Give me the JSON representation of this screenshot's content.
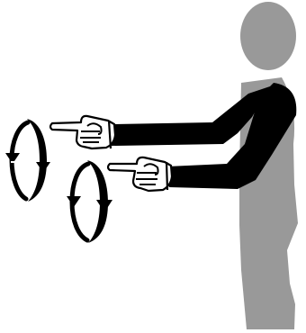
{
  "figure": {
    "colors": {
      "background": "#ffffff",
      "body": "#999999",
      "sleeve": "#000000",
      "glove": "#ffffff",
      "outline": "#000000",
      "arrow": "#000000"
    },
    "icons": [
      "person-silhouette",
      "pointing-hand-icon",
      "rotation-arrow-icon"
    ],
    "rotation_markers": [
      {
        "name": "upper-rotation-marker",
        "direction": "clockwise-downward"
      },
      {
        "name": "lower-rotation-marker",
        "direction": "clockwise-downward"
      }
    ]
  }
}
